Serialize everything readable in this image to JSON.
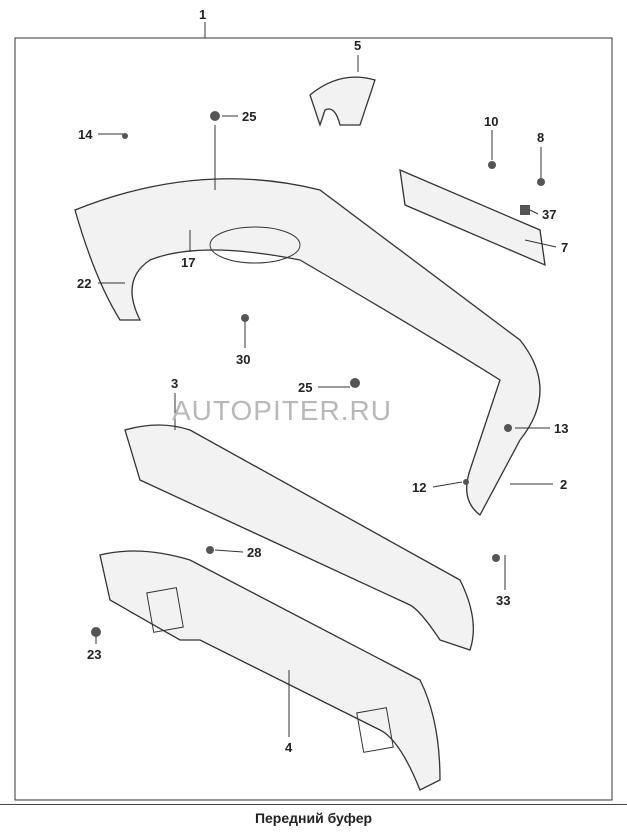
{
  "diagram": {
    "caption": "Передний буфер",
    "watermark": "AUTOPITER.RU",
    "callouts": [
      "1",
      "5",
      "25",
      "14",
      "10",
      "8",
      "37",
      "7",
      "17",
      "22",
      "30",
      "25",
      "3",
      "13",
      "12",
      "2",
      "28",
      "33",
      "23",
      "4"
    ]
  }
}
